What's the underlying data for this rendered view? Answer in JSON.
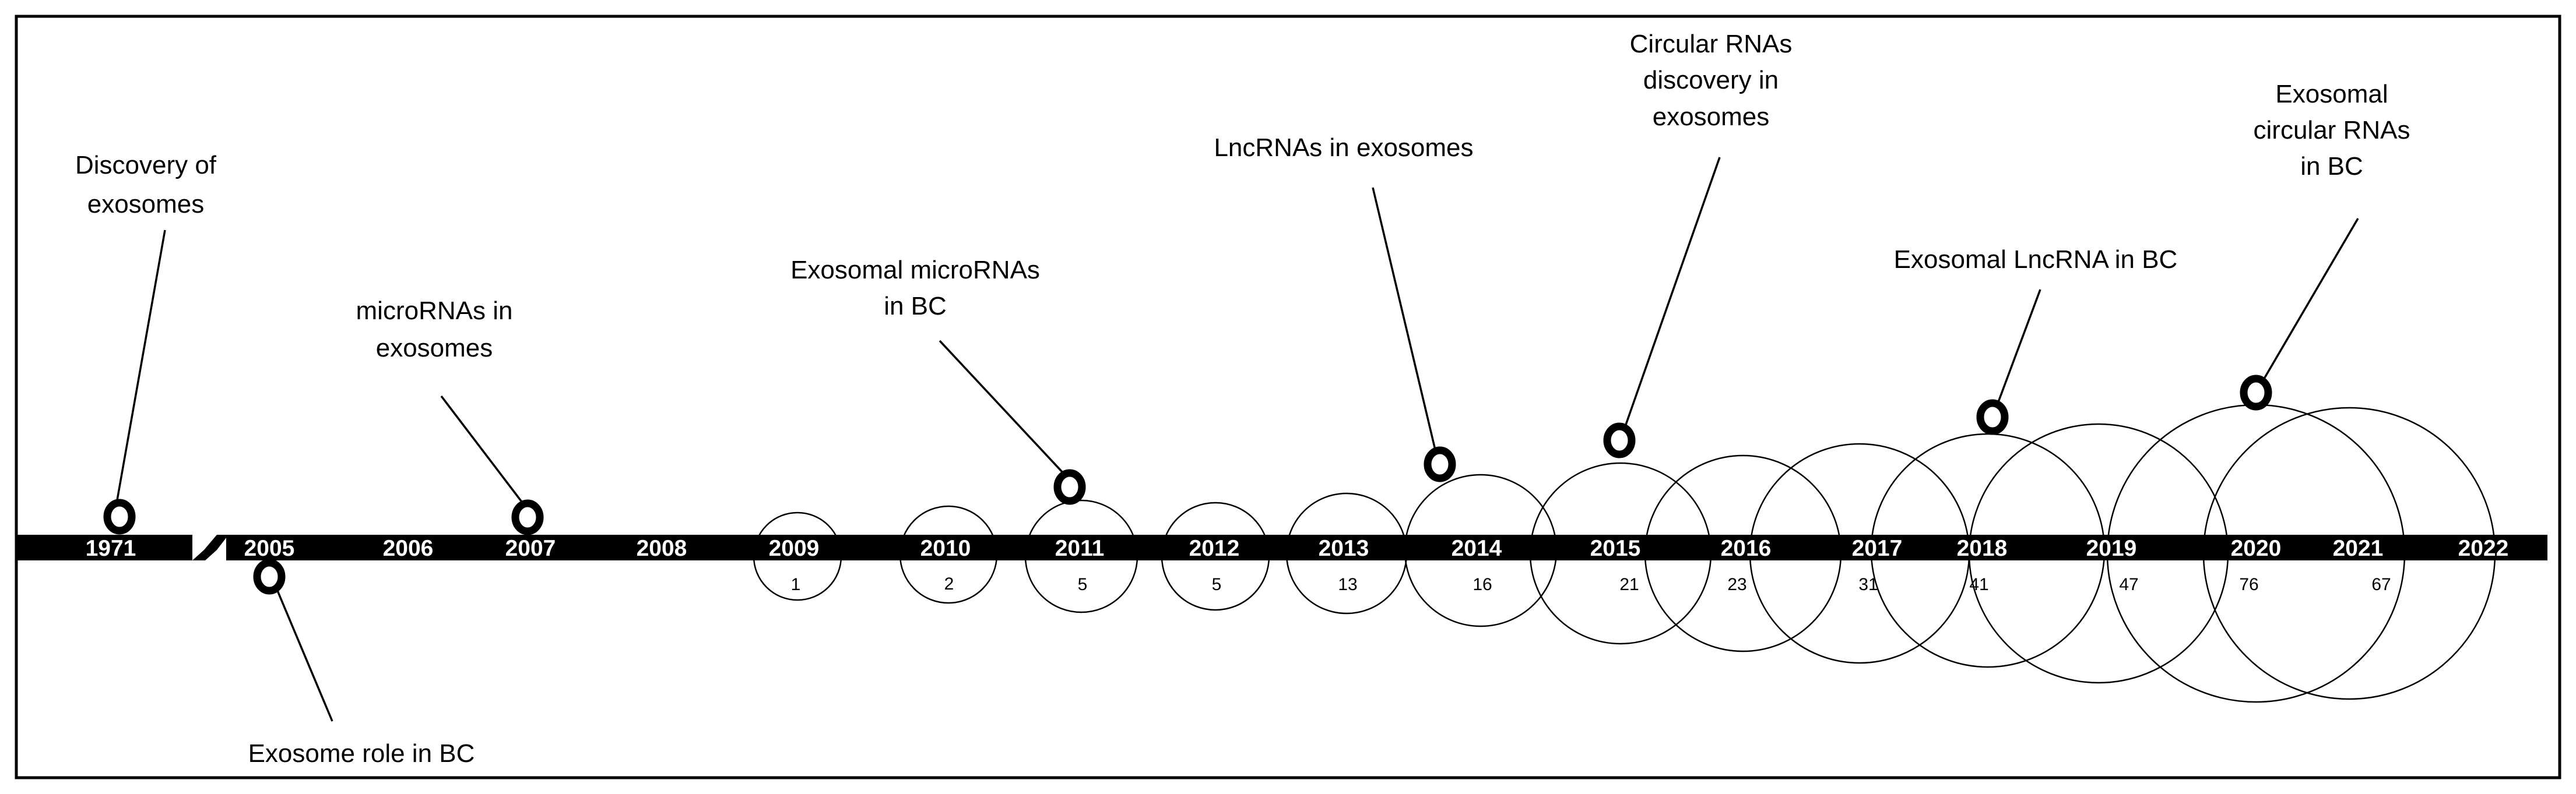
{
  "colors": {
    "background": "#ffffff",
    "border": "#000000",
    "bar": "#000000",
    "year_text": "#ffffff",
    "ink": "#000000"
  },
  "years": [
    {
      "year": "1971"
    },
    {
      "year": "2005"
    },
    {
      "year": "2006"
    },
    {
      "year": "2007"
    },
    {
      "year": "2008"
    },
    {
      "year": "2009",
      "count": "1"
    },
    {
      "year": "2010",
      "count": "2"
    },
    {
      "year": "2011",
      "count": "5"
    },
    {
      "year": "2012",
      "count": "5"
    },
    {
      "year": "2013",
      "count": "13"
    },
    {
      "year": "2014",
      "count": "16"
    },
    {
      "year": "2015",
      "count": "21"
    },
    {
      "year": "2016",
      "count": "23"
    },
    {
      "year": "2017",
      "count": "31"
    },
    {
      "year": "2018",
      "count": "41"
    },
    {
      "year": "2019",
      "count": "47"
    },
    {
      "year": "2020",
      "count": "76"
    },
    {
      "year": "2021",
      "count": "67"
    },
    {
      "year": "2022"
    }
  ],
  "milestones": [
    {
      "id": "discovery-of-exosomes",
      "year": "1971",
      "position": "above",
      "lines": [
        "Discovery of",
        "exosomes"
      ]
    },
    {
      "id": "exosome-role-in-bc",
      "year": "2005",
      "position": "below",
      "lines": [
        "Exosome role in BC"
      ]
    },
    {
      "id": "micrornas-in-exosomes",
      "year": "2007",
      "position": "above",
      "lines": [
        "microRNAs in",
        "exosomes"
      ]
    },
    {
      "id": "exosomal-micrornas-in-bc",
      "year": "2011",
      "position": "above",
      "lines": [
        "Exosomal microRNAs",
        "in BC"
      ]
    },
    {
      "id": "lncrnas-in-exosomes",
      "year": "2014",
      "position": "above",
      "lines": [
        "LncRNAs in exosomes"
      ]
    },
    {
      "id": "circular-rnas-discovery",
      "year": "2015",
      "position": "above",
      "lines": [
        "Circular RNAs",
        "discovery in",
        "exosomes"
      ]
    },
    {
      "id": "exosomal-lncrna-in-bc",
      "year": "2018",
      "position": "above",
      "lines": [
        "Exosomal LncRNA in BC"
      ]
    },
    {
      "id": "exosomal-circular-rnas-in-bc",
      "year": "2020",
      "position": "above",
      "lines": [
        "Exosomal",
        "circular RNAs",
        "in BC"
      ]
    }
  ]
}
